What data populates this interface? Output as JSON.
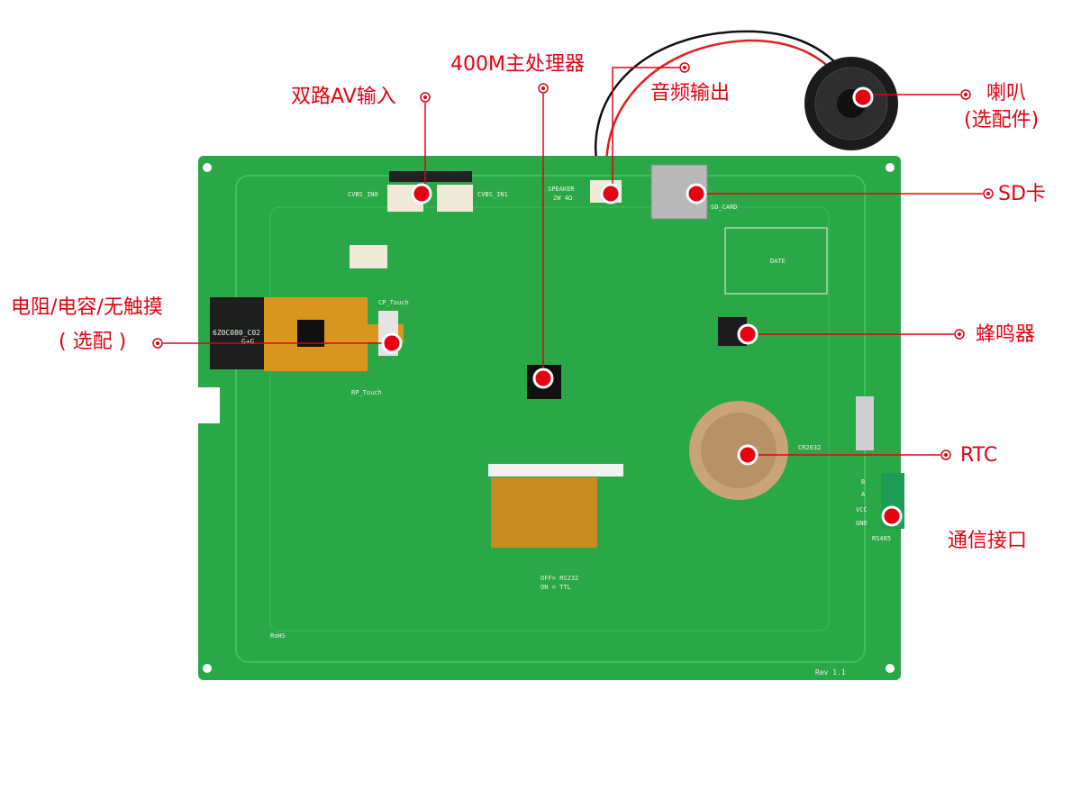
{
  "callouts": {
    "av_input": "双路AV输入",
    "cpu": "400M主处理器",
    "audio_out": "音频输出",
    "speaker_line1": "喇叭",
    "speaker_line2": "(选配件)",
    "sd_card": "SD卡",
    "touch_line1": "电阻/电容/无触摸",
    "touch_line2": "( 选配 )",
    "buzzer": "蜂鸣器",
    "rtc": "RTC",
    "comm": "通信接口"
  },
  "board_silkscreen": {
    "cvbs_in0": "CVBS_IN0",
    "cvbs_in1": "CVBS_IN1",
    "speaker": "SPEAKER",
    "speaker_spec": "2W 4Ω",
    "sd": "SD_CARD",
    "cp_touch": "CP_Touch",
    "rp_touch": "RP_Touch",
    "fpc_model": "6Z0C080_C02",
    "fpc_sub": "G+G",
    "battery": "CR2032",
    "rs485": "RS485",
    "rs485_pins": [
      "B",
      "A",
      "VCC",
      "GND"
    ],
    "jumper": "OFF= RS232",
    "jumper2": "ON = TTL",
    "rev": "Rev 1.1",
    "date": "DATE",
    "rohs": "RoHS"
  },
  "colors": {
    "accent": "#e60012",
    "board": "#2aa746",
    "board_trace": "#3cbb58"
  }
}
